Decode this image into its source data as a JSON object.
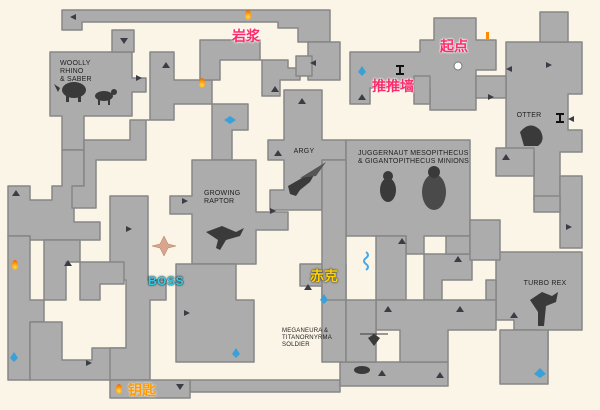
{
  "map": {
    "labels": {
      "woolly": "WOOLLY RHINO\n& SABER",
      "otter": "OTTER",
      "argy": "ARGY",
      "juggernaut": "JUGGERNAUT MESOPITHECUS\n& GIGANTOPITHECUS MINIONS",
      "growing": "GROWING\nRAPTOR",
      "turbo": "TURBO REX",
      "meganeura": "MEGANEURA &\nTITANORNYRMA\nSOLDIER"
    },
    "markers": {
      "rock": "岩浆",
      "start": "起点",
      "push_wall": "推推墙",
      "boss": "BOSS",
      "cinnabar": "赤克",
      "key": "钥匙"
    }
  },
  "colors": {
    "background": "#fbf5e8",
    "room": "#aeaeae",
    "room_edge": "#7d7d7d",
    "red_label": "#ff2a6a",
    "boss_label": "#2fd0e6",
    "yellow_label": "#ffd200"
  }
}
